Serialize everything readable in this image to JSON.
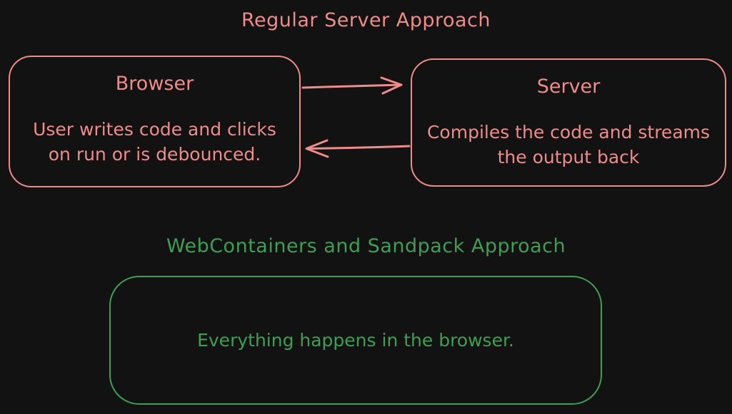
{
  "colors": {
    "background": "#121212",
    "regular_accent": "#ef8b8b",
    "webcontainers_accent": "#3f9e54"
  },
  "regular_approach": {
    "title": "Regular Server Approach",
    "browser_box": {
      "title": "Browser",
      "line1": "User writes code and clicks",
      "line2": "on run or is debounced."
    },
    "server_box": {
      "title": "Server",
      "line1": "Compiles the code and streams",
      "line2": "the output back"
    }
  },
  "webcontainers_approach": {
    "title": "WebContainers and Sandpack Approach",
    "box": {
      "body": "Everything happens in the browser."
    }
  }
}
